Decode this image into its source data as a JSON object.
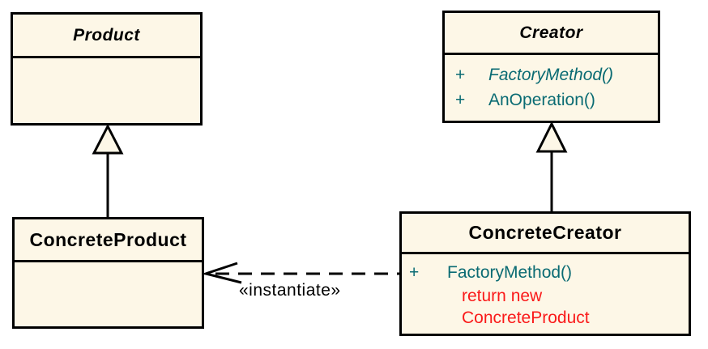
{
  "colors": {
    "background": "#FFFFFF",
    "box_fill": "#FDF7E7",
    "border": "#000000",
    "title_text": "#000000",
    "method_text": "#0A6B73",
    "note_text": "#FA1A1A",
    "label_text": "#000000"
  },
  "classes": {
    "product": {
      "title": "Product"
    },
    "creator": {
      "title": "Creator",
      "methods": [
        {
          "visibility": "+",
          "label": "FactoryMethod()"
        },
        {
          "visibility": "+",
          "label": "AnOperation()"
        }
      ]
    },
    "concrete_product": {
      "title": "ConcreteProduct"
    },
    "concrete_creator": {
      "title": "ConcreteCreator",
      "methods": [
        {
          "visibility": "+",
          "label": "FactoryMethod()"
        }
      ],
      "code_note": [
        "return new",
        "ConcreteProduct"
      ]
    }
  },
  "edges": {
    "instantiate_label": "«instantiate»"
  }
}
